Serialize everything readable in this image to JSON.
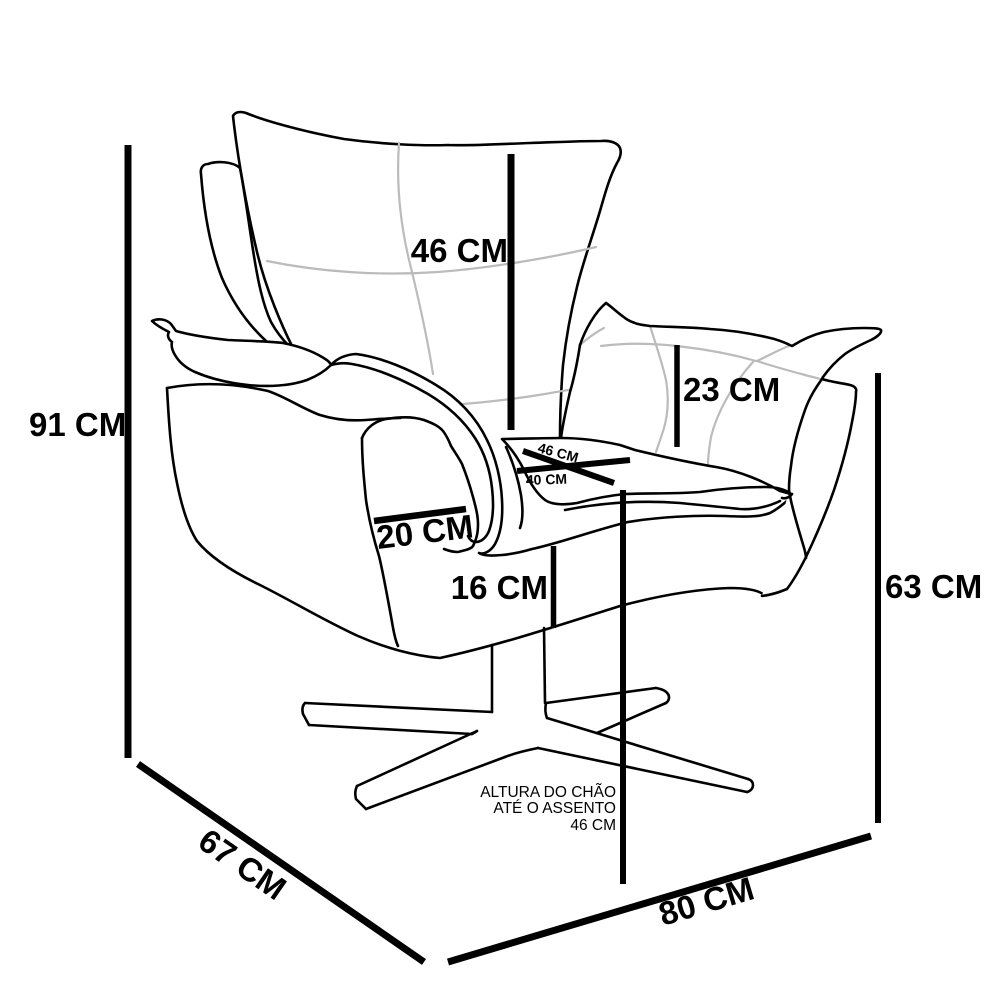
{
  "diagram": {
    "type": "furniture-dimension-diagram",
    "subject": "swivel armchair line drawing with measurement annotations",
    "background_color": "#ffffff",
    "outline_color": "#000000",
    "seam_color": "#bbbbbb",
    "dimension_line_color": "#000000",
    "labels": {
      "total_height": "91 CM",
      "backrest_height": "46 CM",
      "arm_pillow_height": "23 CM",
      "seat_width_diagonal": "46 CM",
      "seat_depth_diagonal": "40 CM",
      "arm_front_width": "20 CM",
      "base_height": "16 CM",
      "side_height": "63 CM",
      "depth": "67 CM",
      "width": "80 CM",
      "floor_note_line1": "ALTURA DO CHÃO",
      "floor_note_line2": "ATÉ O ASSENTO",
      "floor_note_line3": "46 CM"
    }
  }
}
